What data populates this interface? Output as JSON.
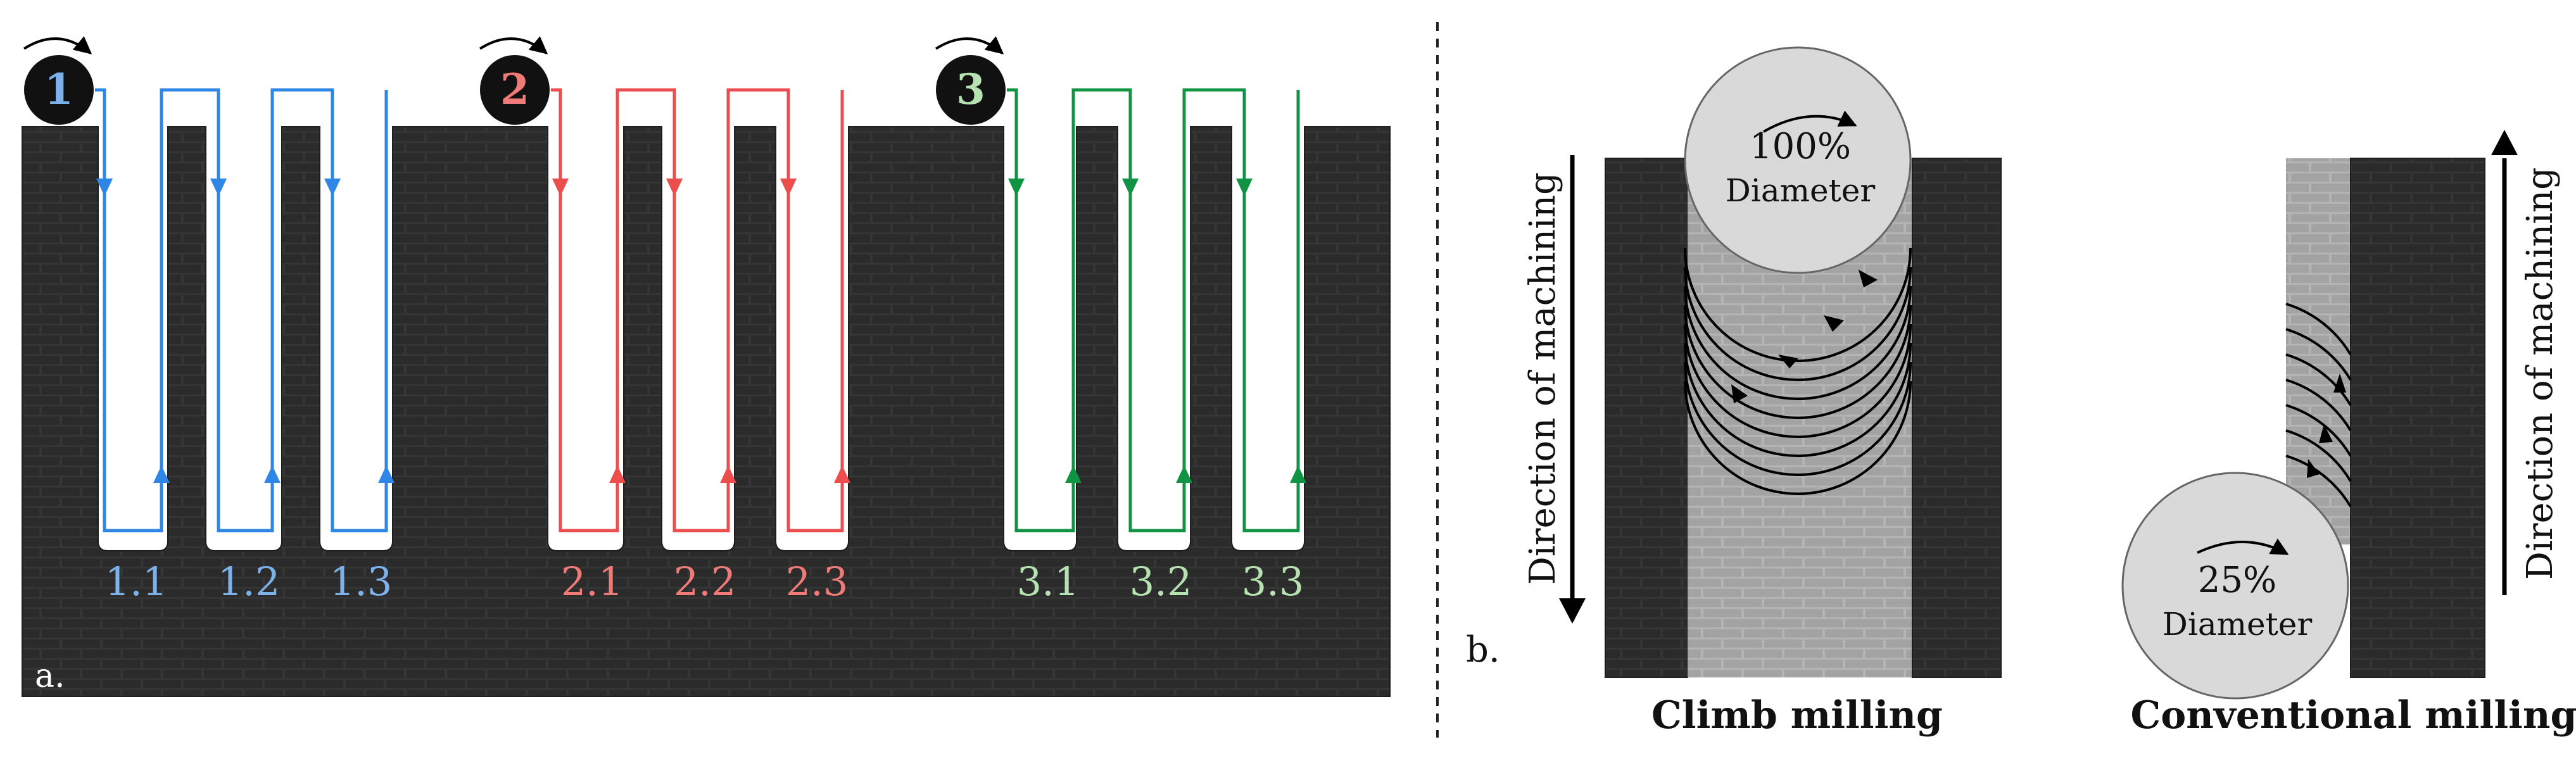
{
  "panel_a": {
    "label": "a.",
    "groups": [
      {
        "number": "1",
        "color": "#2e86e6",
        "label_color": "#7db1ea",
        "slots": [
          "1.1",
          "1.2",
          "1.3"
        ]
      },
      {
        "number": "2",
        "color": "#ec4d4d",
        "label_color": "#f07a78",
        "slots": [
          "2.1",
          "2.2",
          "2.3"
        ]
      },
      {
        "number": "3",
        "color": "#109444",
        "label_color": "#b6e2b1",
        "slots": [
          "3.1",
          "3.2",
          "3.3"
        ]
      }
    ]
  },
  "panel_b": {
    "label": "b.",
    "climb": {
      "title": "Climb milling",
      "tool_percent": "100%",
      "tool_word": "Diameter",
      "direction": "Direction of machining"
    },
    "conventional": {
      "title": "Conventional milling",
      "tool_percent": "25%",
      "tool_word": "Diameter",
      "direction": "Direction of machining"
    }
  },
  "colors": {
    "brick_dark": "#2f2f2f",
    "brick_light": "#a6a6a6",
    "tool_fill": "#d9d9d9",
    "badge": "#111111"
  }
}
